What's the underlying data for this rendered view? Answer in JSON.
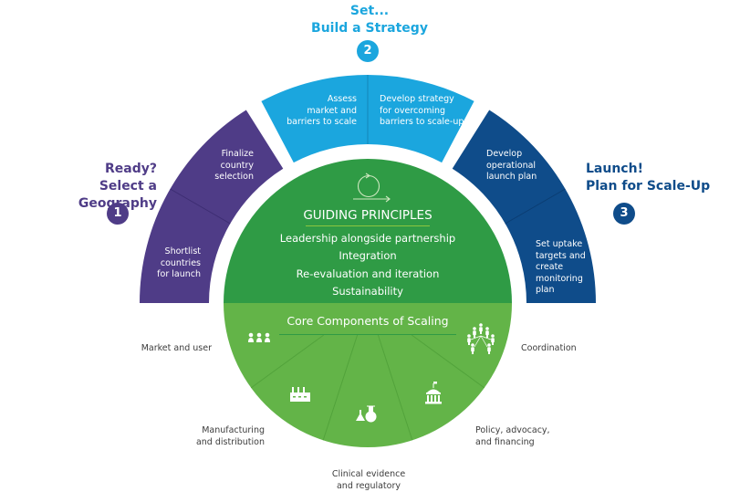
{
  "colors": {
    "purple": "#4f3c87",
    "cyan": "#1ba6de",
    "navy": "#0f4c8a",
    "dark_green": "#2f9b45",
    "light_green": "#63b448",
    "accent_line": "#8cc63f",
    "text_dark": "#3c3c3c"
  },
  "stages": [
    {
      "number": "1",
      "title_line1": "Ready?",
      "title_line2": "Select a Geography",
      "segments": [
        "Finalize\ncountry\nselection",
        "Shortlist\ncountries\nfor launch"
      ]
    },
    {
      "number": "2",
      "title_line1": "Set...",
      "title_line2": "Build a Strategy",
      "segments": [
        "Assess\nmarket and\nbarriers to scale",
        "Develop strategy\nfor overcoming\nbarriers to scale-up"
      ]
    },
    {
      "number": "3",
      "title_line1": "Launch!",
      "title_line2": "Plan for Scale-Up",
      "segments": [
        "Develop\noperational\nlaunch plan",
        "Set uptake\ntargets and\ncreate\nmonitoring\nplan"
      ]
    }
  ],
  "guiding_principles": {
    "icon": "cycle-arrow-icon",
    "title": "GUIDING PRINCIPLES",
    "items": [
      "Leadership alongside partnership",
      "Integration",
      "Re-evaluation and iteration",
      "Sustainability"
    ]
  },
  "core_components": {
    "title": "Core Components of Scaling",
    "items": [
      {
        "label": "Market and user",
        "icon": "people-group-icon"
      },
      {
        "label": "Manufacturing\nand distribution",
        "icon": "factory-icon"
      },
      {
        "label": "Clinical evidence\nand regulatory",
        "icon": "lab-flask-icon"
      },
      {
        "label": "Policy, advocacy,\nand financing",
        "icon": "government-building-icon"
      },
      {
        "label": "Coordination",
        "icon": "network-people-icon"
      }
    ]
  }
}
